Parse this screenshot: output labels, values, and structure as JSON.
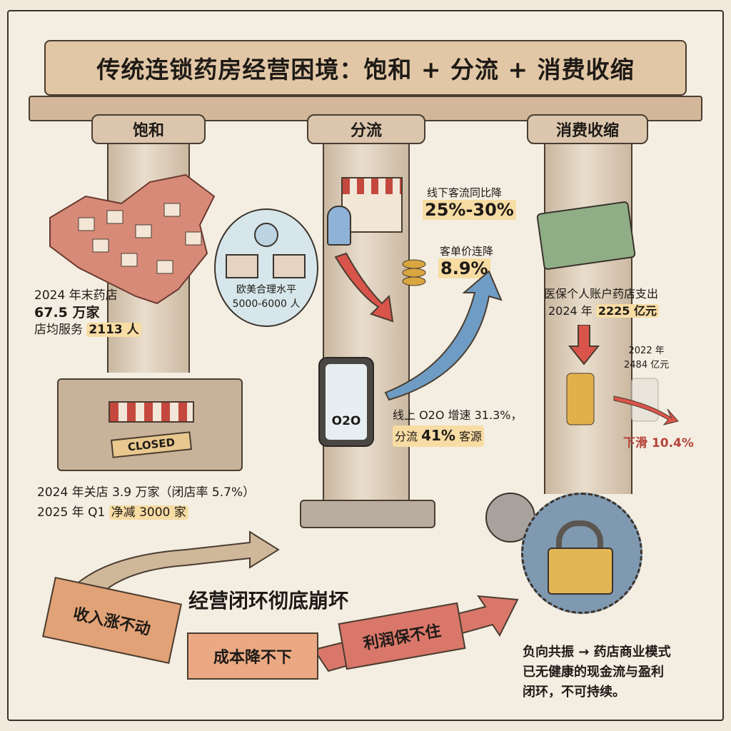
{
  "title": "传统连锁药房经营困境：饱和 + 分流 + 消费收缩",
  "pillars": {
    "saturation": {
      "label": "饱和",
      "stores_line1": "2024 年末药店",
      "stores_line2": "67.5 万家",
      "service_prefix": "店均服务 ",
      "service_value": "2113 人",
      "bubble_line1": "欧美合理水平",
      "bubble_line2": "5000-6000 人",
      "closed_sign": "CLOSED",
      "close_line1": "2024 年关店 3.9 万家（闭店率 5.7%）",
      "close_line2_prefix": "2025 年 Q1 ",
      "close_line2_value": "净减 3000 家"
    },
    "diversion": {
      "label": "分流",
      "traffic_label": "线下客流同比降",
      "traffic_value": "25%-30%",
      "ticket_label": "客单价连降",
      "ticket_value": "8.9%",
      "phone_label": "O2O",
      "online_line1": "线上 O2O 增速 31.3%，",
      "online_prefix": "分流 ",
      "online_value": "41%",
      "online_suffix": " 客源"
    },
    "contraction": {
      "label": "消费收缩",
      "spend_line1": "医保个人账户药店支出",
      "spend_prefix": "2024 年 ",
      "spend_value": "2225 亿元",
      "prev_line1": "2022 年",
      "prev_line2": "2484 亿元",
      "decline": "下滑 10.4%"
    }
  },
  "cycle": {
    "title": "经营闭环彻底崩坏",
    "steps": [
      "收入涨不动",
      "成本降不下",
      "利润保不住"
    ]
  },
  "conclusion": {
    "line1": "负向共振 → 药店商业模式",
    "line2": "已无健康的现金流与盈利",
    "line3": "闭环，不可持续。"
  },
  "colors": {
    "red": "#d9544a",
    "blue": "#6e9cc4",
    "tan": "#dbc6ad",
    "highlight": "#f7dca4"
  }
}
